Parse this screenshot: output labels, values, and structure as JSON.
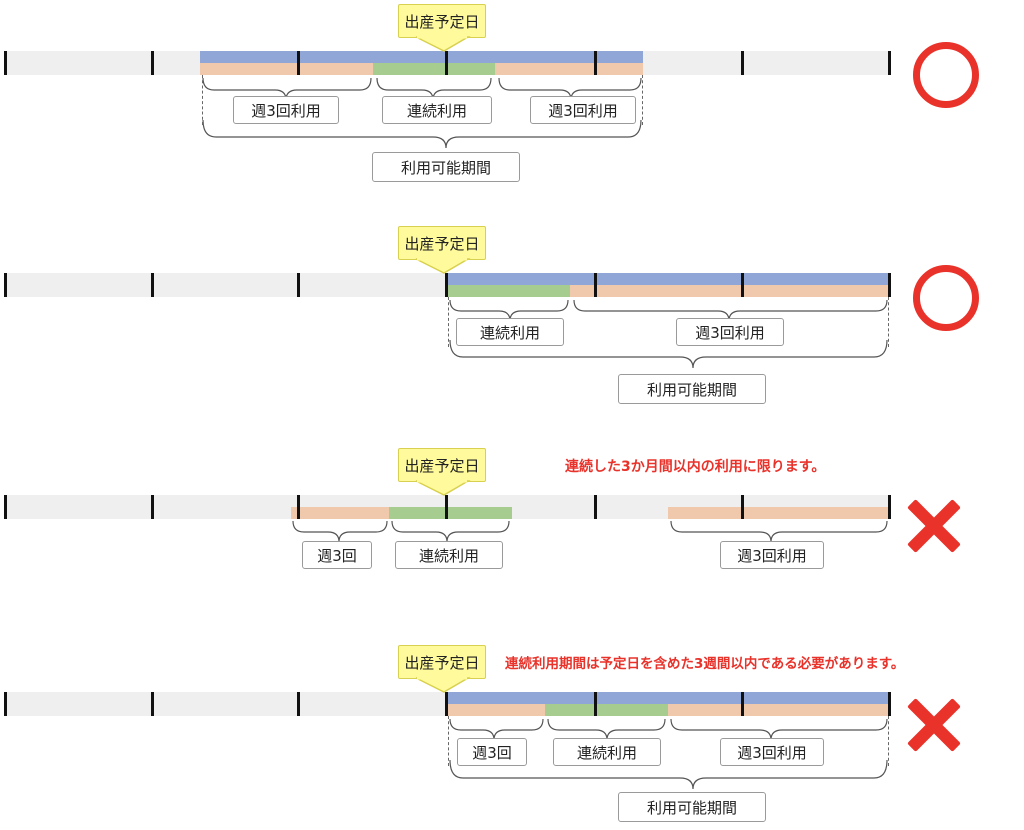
{
  "colors": {
    "blue": "#8fa6d6",
    "orange": "#f0c8ab",
    "green": "#a7cc90",
    "callout": "#fffb9c",
    "red": "#e8322a",
    "track": "#efefef"
  },
  "callout_label": "出産予定日",
  "rows": [
    {
      "id": "row1",
      "labels": {
        "a": "週3回利用",
        "b": "連続利用",
        "c": "週3回利用",
        "period": "利用可能期間"
      },
      "result": "ok",
      "result_icon": "circle-ok-icon"
    },
    {
      "id": "row2",
      "labels": {
        "a": "連続利用",
        "b": "週3回利用",
        "period": "利用可能期間"
      },
      "result": "ok",
      "result_icon": "circle-ok-icon"
    },
    {
      "id": "row3",
      "note": "連続した3か月間以内の利用に限ります。",
      "labels": {
        "a": "週3回",
        "b": "連続利用",
        "c": "週3回利用"
      },
      "result": "ng",
      "result_icon": "cross-ng-icon"
    },
    {
      "id": "row4",
      "note": "連続利用期間は予定日を含めた3週間以内である必要があります。",
      "labels": {
        "a": "週3回",
        "b": "連続利用",
        "c": "週3回利用",
        "period": "利用可能期間"
      },
      "result": "ng",
      "result_icon": "cross-ng-icon"
    }
  ]
}
